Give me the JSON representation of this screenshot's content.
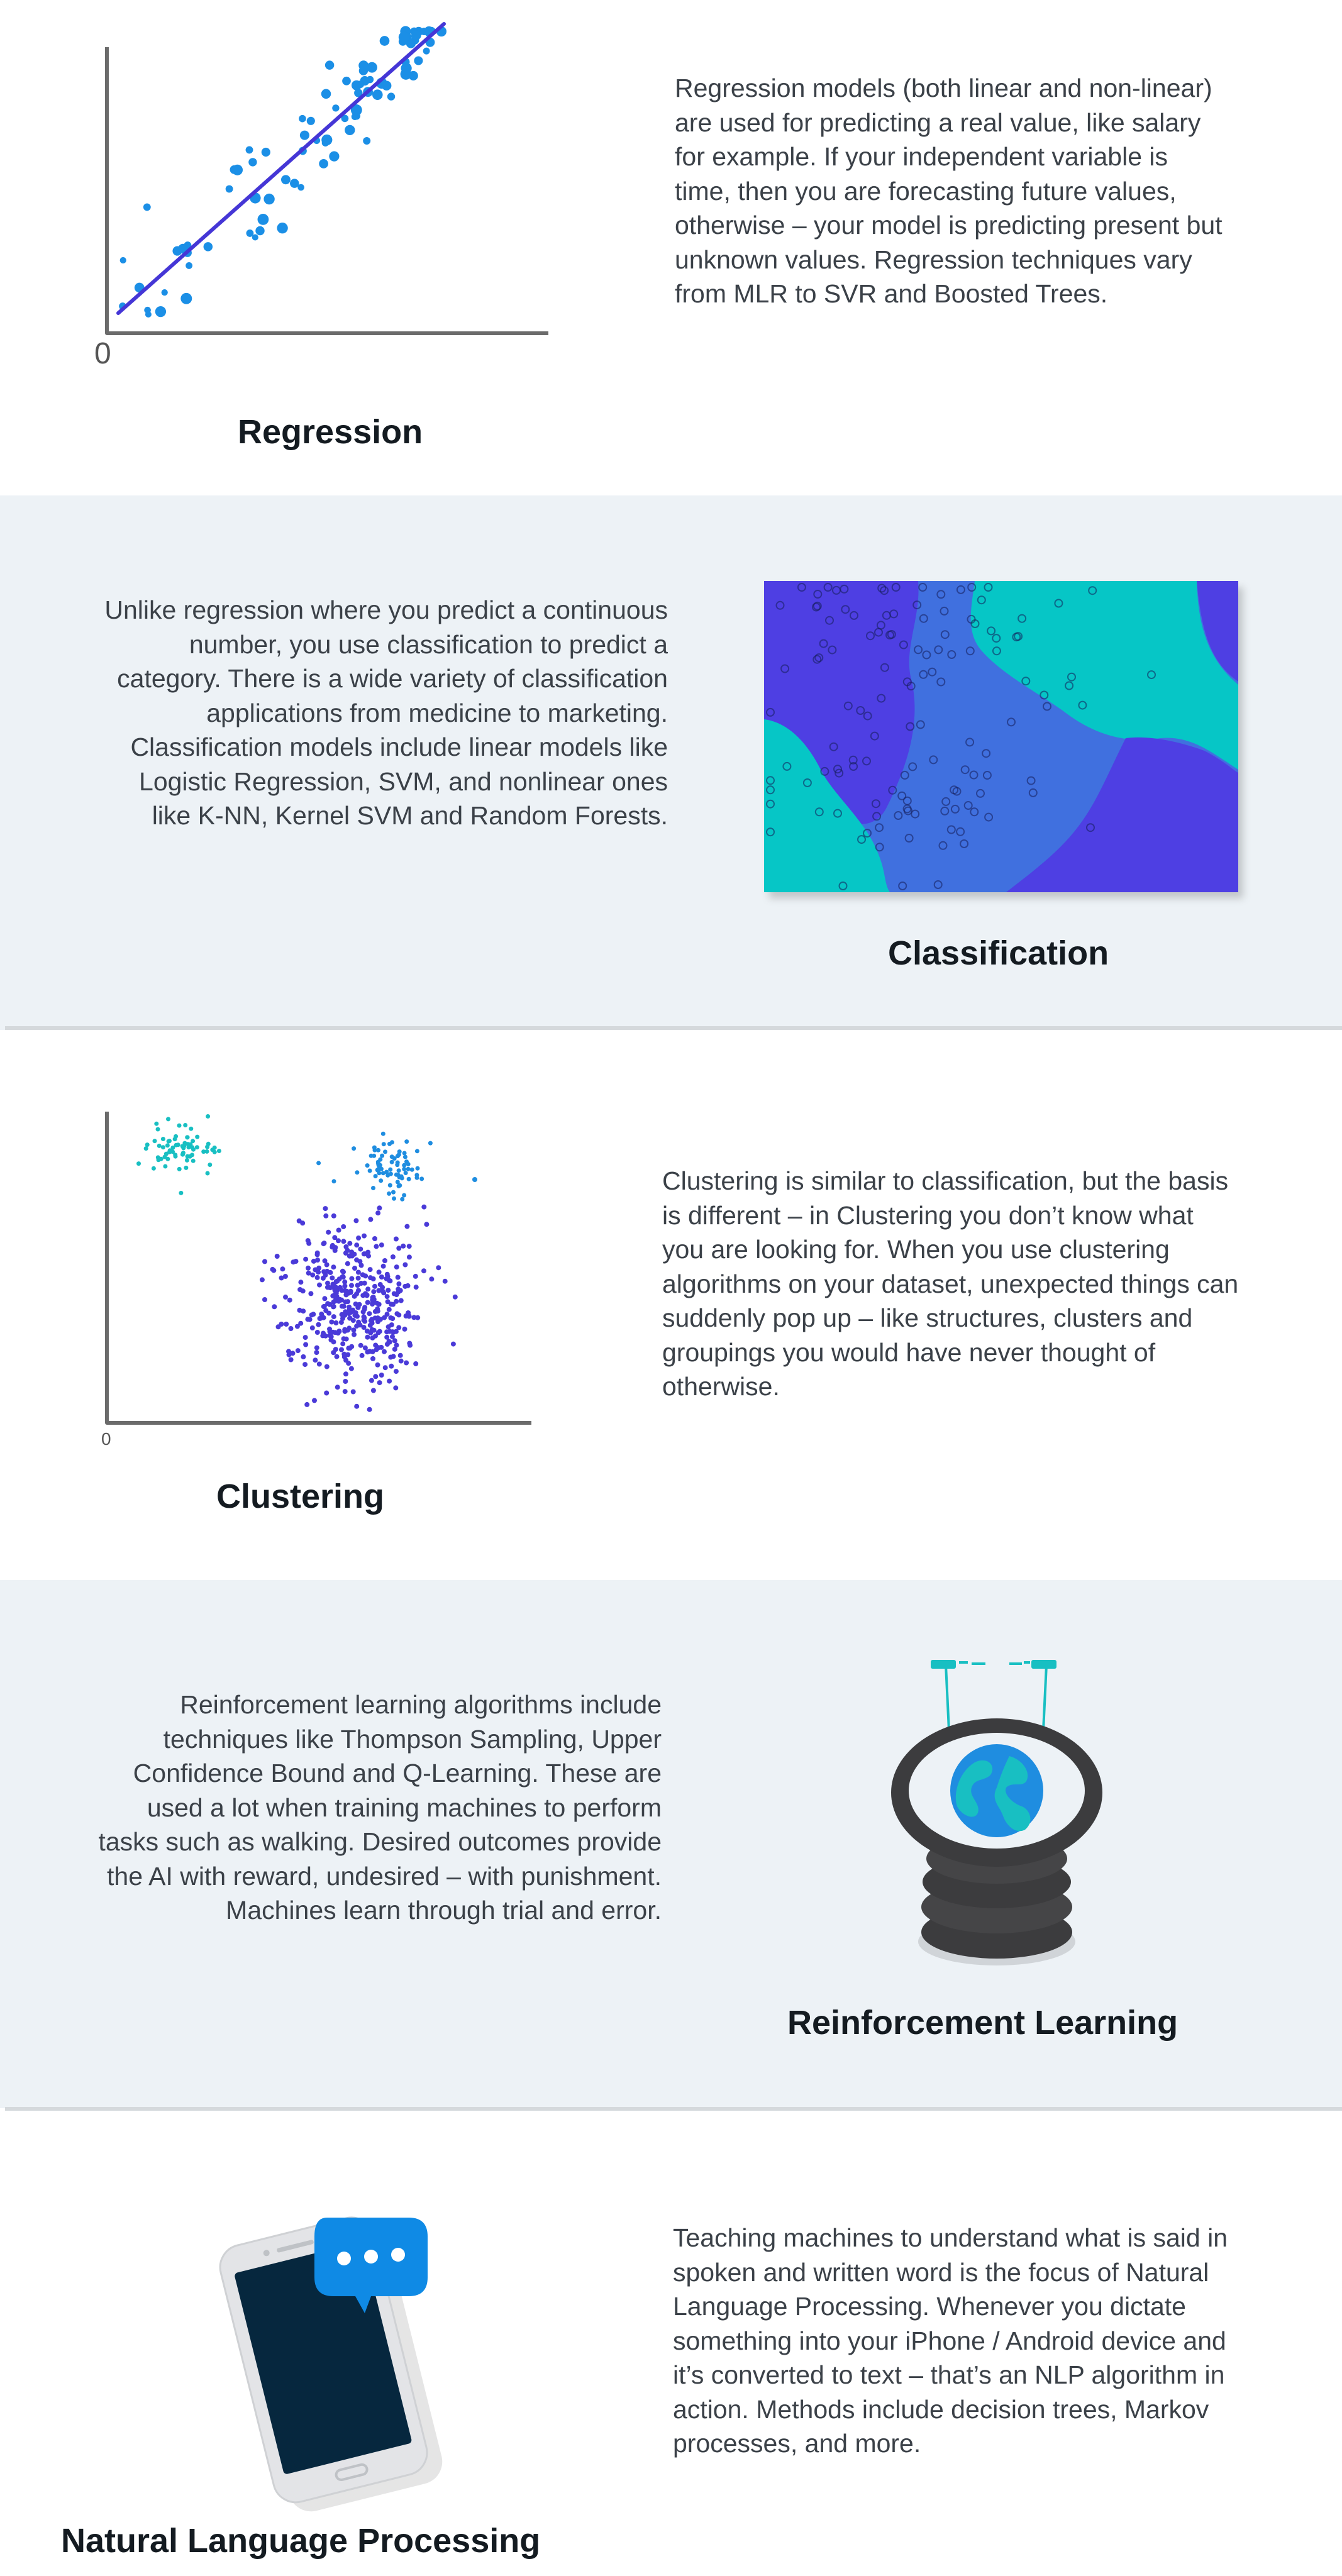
{
  "sections": [
    {
      "key": "regression",
      "title": "Regression",
      "text": "Regression models (both linear and non-linear) are used for predicting a real value, like salary for example. If your independent variable is time, then you are forecasting future values, otherwise – your model is predicting present but unknown values. Regression techniques vary from MLR to SVR and Boosted Trees.",
      "axis_origin_label": "0"
    },
    {
      "key": "classification",
      "title": "Classification",
      "text": "Unlike regression where you predict a continuous number, you use classification to predict a category. There is a wide variety of classification applications from medicine to marketing. Classification models include linear models like Logistic Regression, SVM, and nonlinear ones like K-NN, Kernel SVM and Random Forests."
    },
    {
      "key": "clustering",
      "title": "Clustering",
      "text": "Clustering is similar to classification, but the basis is different – in Clustering you don’t know what you are looking for. When you use clustering algorithms on your dataset, unexpected things can suddenly pop up – like structures, clusters and groupings you would have never thought of otherwise.",
      "axis_origin_label": "0"
    },
    {
      "key": "reinforcement",
      "title": "Reinforcement Learning",
      "text": "Reinforcement learning algorithms include techniques like Thompson Sampling, Upper Confidence Bound and Q-Learning. These are used a lot when training machines to perform tasks such as walking. Desired outcomes provide the AI with reward, undesired – with punishment. Machines learn through trial and error."
    },
    {
      "key": "nlp",
      "title": "Natural Language Processing",
      "text": "Teaching machines to understand what is said in spoken and written word is the focus of Natural Language Processing. Whenever you dictate something into your iPhone / Android device and it’s converted to text – that’s an NLP algorithm in action. Methods include decision trees, Markov processes, and more."
    }
  ],
  "colors": {
    "band_background": "#edf2f6",
    "divider": "#d5d9dc",
    "point_blue": "#1b8fe6",
    "regression_line": "#4536d6",
    "region_indigo": "#4e3fe3",
    "region_blue": "#3f70df",
    "region_teal": "#06c6c6",
    "cluster_teal": "#18bfc2",
    "cluster_blue": "#1f8de0",
    "cluster_indigo": "#4a3ad8",
    "robot_dark": "#3c3c3e",
    "phone_screen": "#06273e",
    "bubble_blue": "#0f8ae5"
  },
  "icons": [
    "regression-chart-icon",
    "classification-map-icon",
    "clustering-chart-icon",
    "robot-eye-icon",
    "smartphone-chat-icon"
  ]
}
